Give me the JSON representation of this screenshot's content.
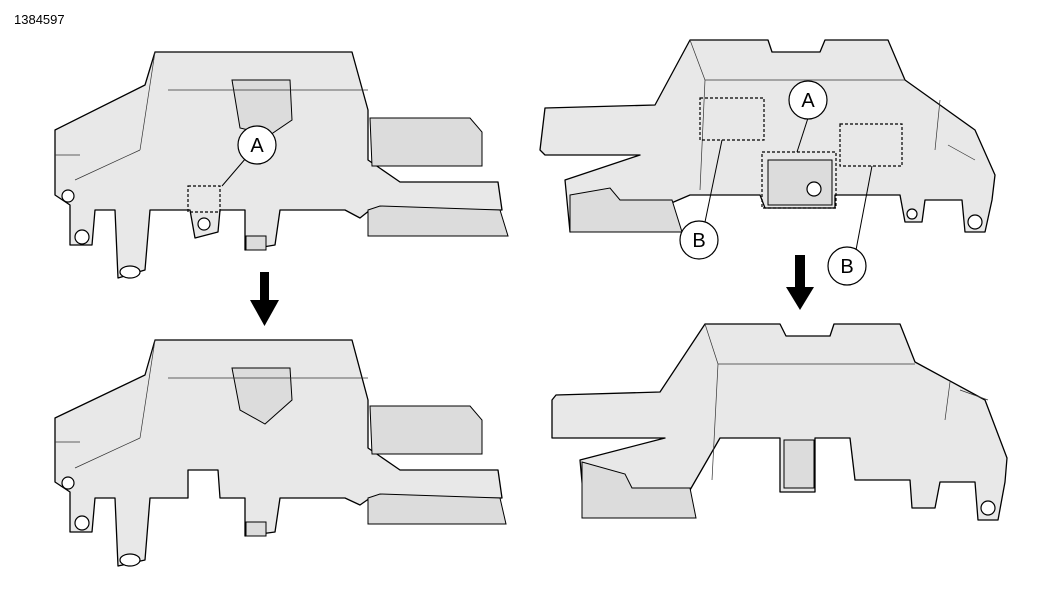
{
  "figure_id": "1384597",
  "callouts": {
    "top_left_a": "A",
    "top_right_a": "A",
    "top_right_b1": "B",
    "top_right_b2": "B"
  },
  "arrows": [
    "down-arrow",
    "down-arrow"
  ]
}
